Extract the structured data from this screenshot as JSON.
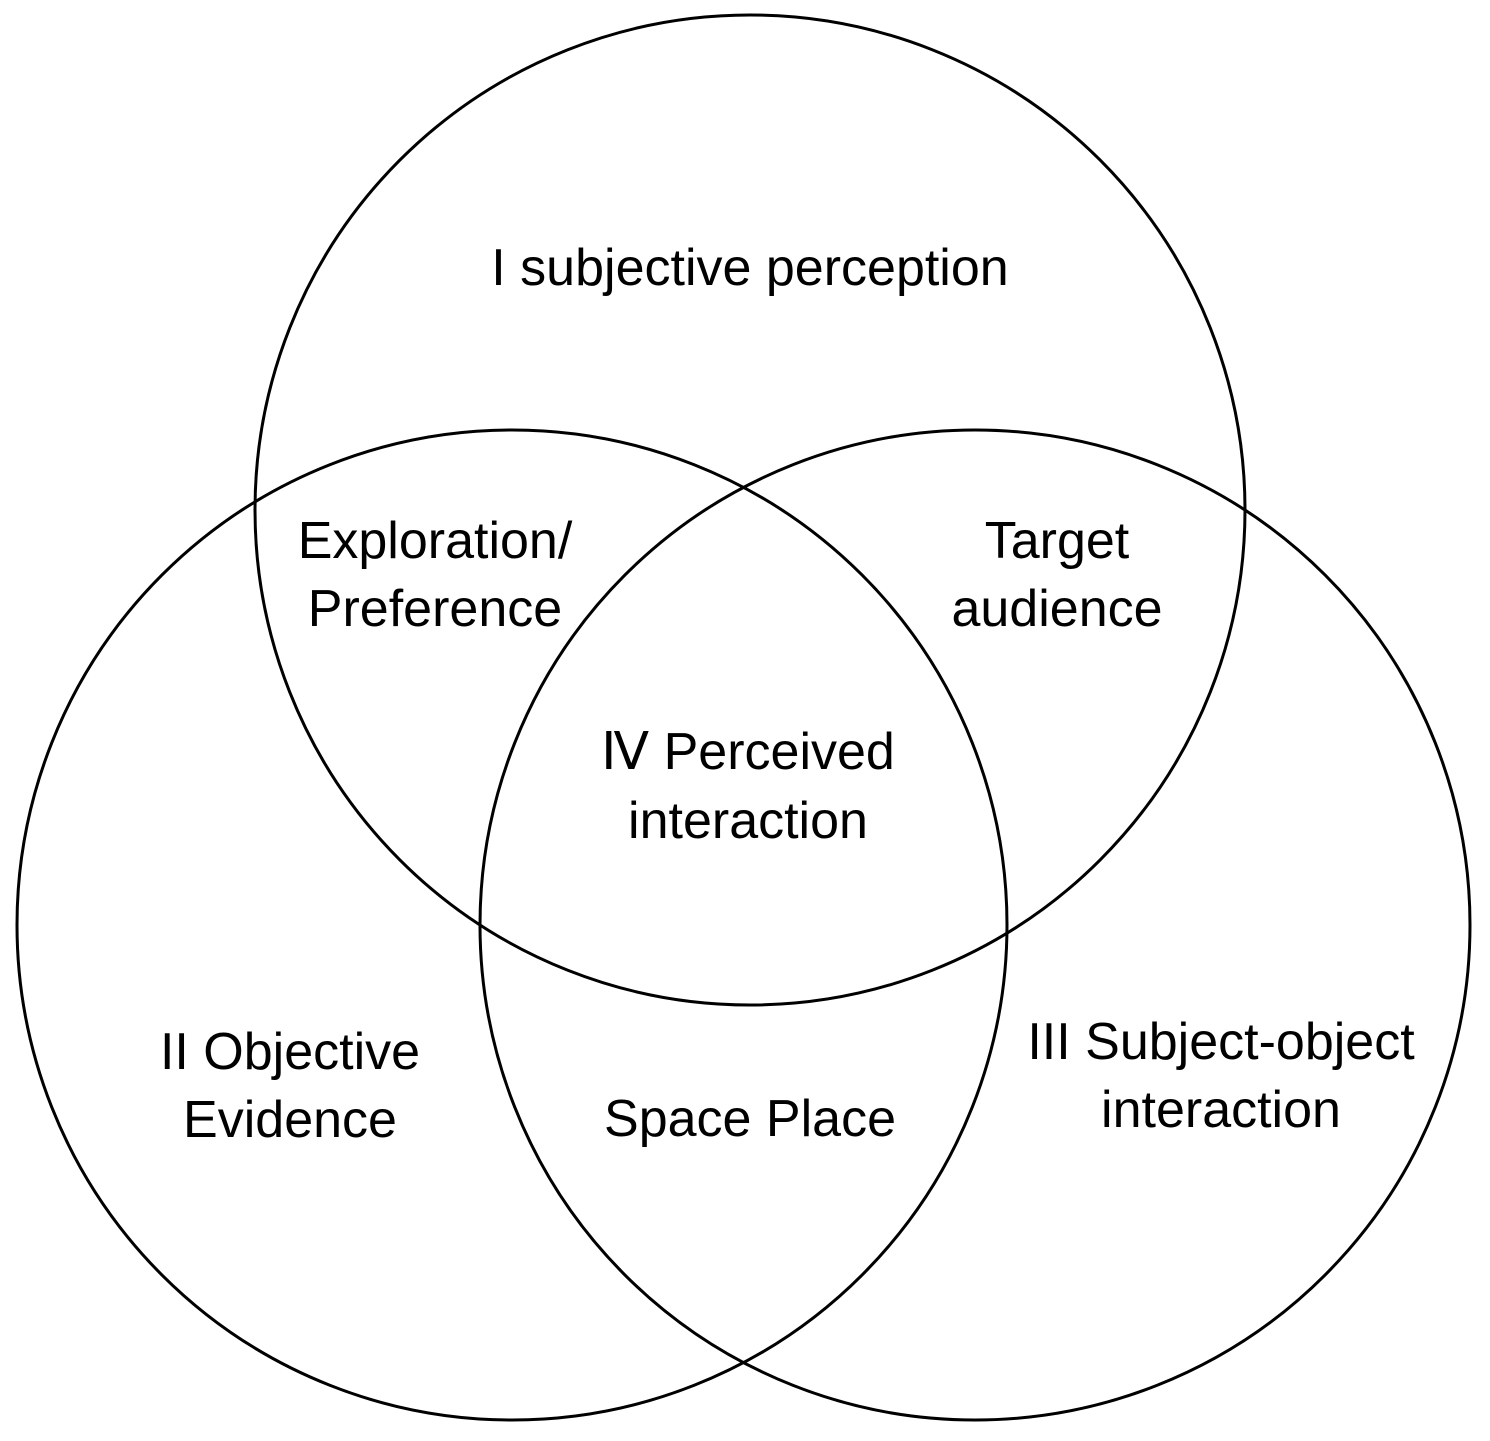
{
  "diagram": {
    "circles": {
      "top": "I subjective perception",
      "left": [
        "II Objective",
        "Evidence"
      ],
      "right": [
        "III Subject-object",
        "interaction"
      ]
    },
    "overlaps": {
      "top_left": [
        "Exploration/",
        "Preference"
      ],
      "top_right": [
        "Target",
        "audience"
      ],
      "left_right": "Space Place",
      "center": {
        "numeral": "Ⅳ",
        "line1_rest": " Perceived",
        "line2": "interaction"
      }
    },
    "stroke_color": "#000000",
    "background_color": "#ffffff"
  }
}
